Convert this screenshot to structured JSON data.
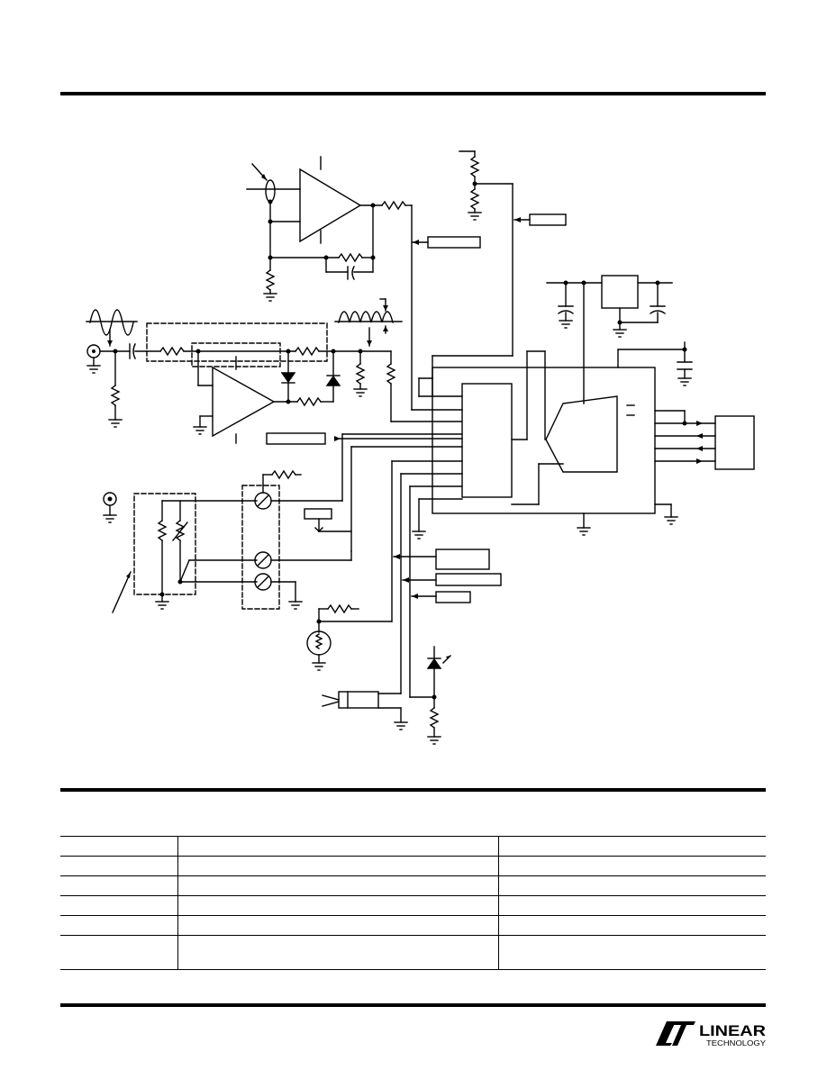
{
  "logo": {
    "word1": "LINEAR",
    "word2": "TECHNOLOGY"
  },
  "icons": [
    "linear-technology-logo"
  ],
  "table": {
    "rows": [
      [
        "",
        "",
        ""
      ],
      [
        "",
        "",
        ""
      ],
      [
        "",
        "",
        ""
      ],
      [
        "",
        "",
        ""
      ],
      [
        "",
        "",
        ""
      ],
      [
        "",
        "",
        ""
      ]
    ]
  }
}
